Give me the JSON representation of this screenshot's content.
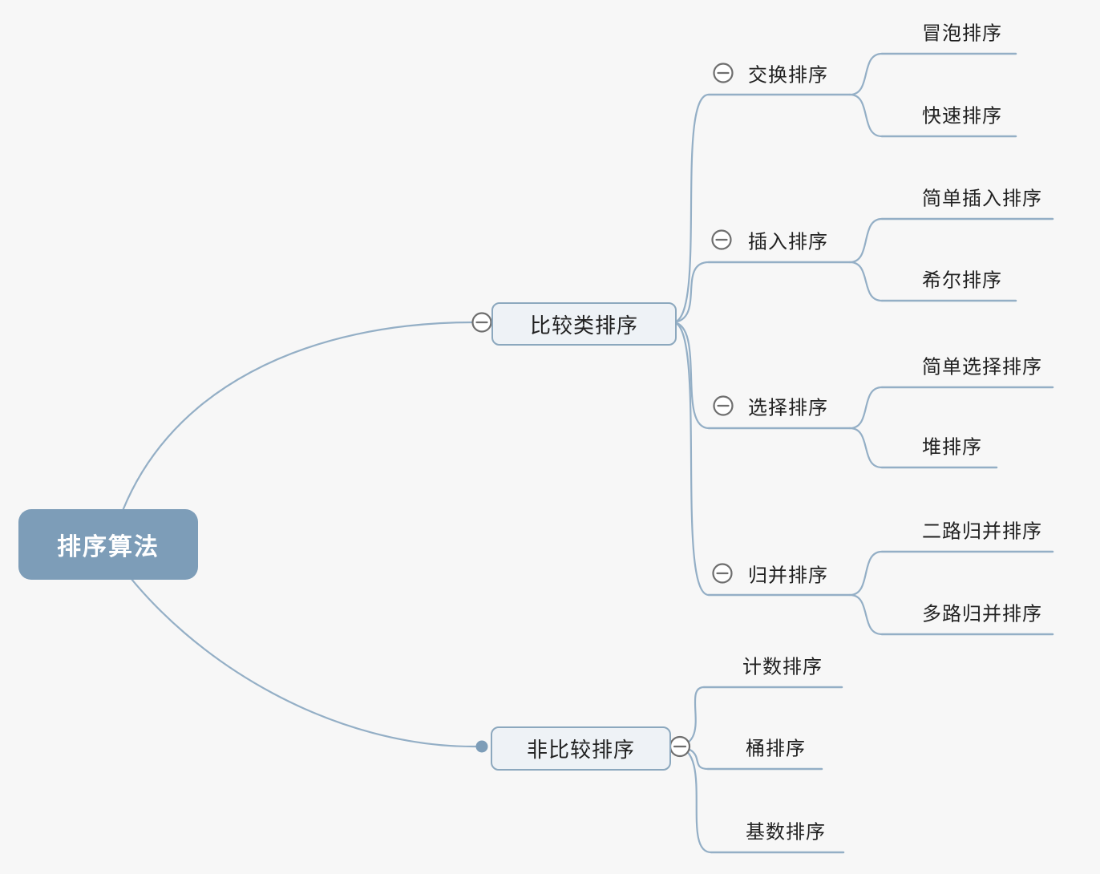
{
  "colors": {
    "background": "#f7f7f7",
    "line": "#94afc6",
    "root_fill": "#7d9db8",
    "root_text": "#ffffff",
    "box_border": "#8ca8be",
    "box_fill": "#eef2f6",
    "text": "#212121",
    "icon_stroke": "#6e6e6e",
    "icon_fill": "#ffffff",
    "dot": "#7d9db8"
  },
  "mindmap": {
    "root": {
      "label": "排序算法"
    },
    "branches": [
      {
        "label": "比较类排序",
        "children": [
          {
            "label": "交换排序",
            "children": [
              {
                "label": "冒泡排序"
              },
              {
                "label": "快速排序"
              }
            ]
          },
          {
            "label": "插入排序",
            "children": [
              {
                "label": "简单插入排序"
              },
              {
                "label": "希尔排序"
              }
            ]
          },
          {
            "label": "选择排序",
            "children": [
              {
                "label": "简单选择排序"
              },
              {
                "label": "堆排序"
              }
            ]
          },
          {
            "label": "归并排序",
            "children": [
              {
                "label": "二路归并排序"
              },
              {
                "label": "多路归并排序"
              }
            ]
          }
        ]
      },
      {
        "label": "非比较排序",
        "children": [
          {
            "label": "计数排序"
          },
          {
            "label": "桶排序"
          },
          {
            "label": "基数排序"
          }
        ]
      }
    ]
  }
}
